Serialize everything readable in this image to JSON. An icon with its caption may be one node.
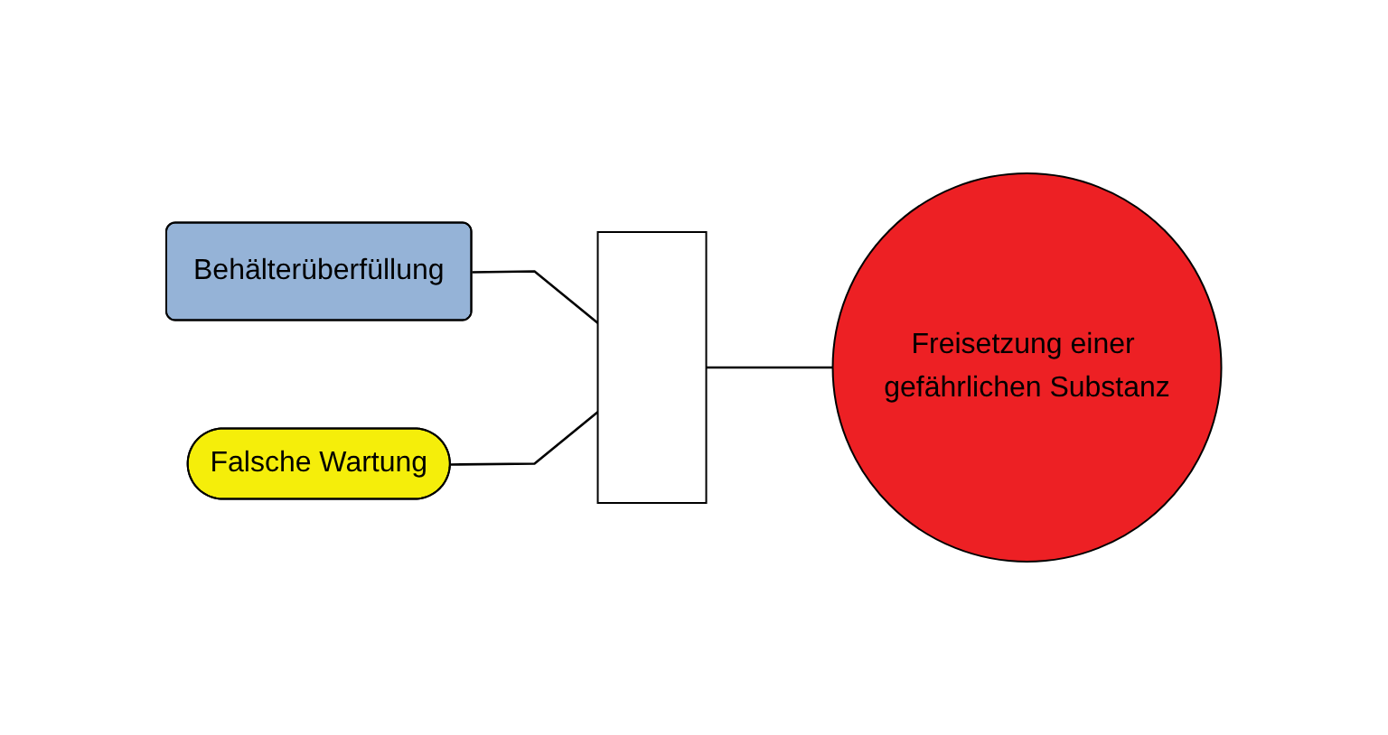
{
  "diagram": {
    "nodes": [
      {
        "text": [
          "Behälterüberfüllung"
        ]
      },
      {
        "text": [],
        "shape": "bar"
      },
      {
        "text": [
          "Freisetzung einer gefährlichen Substanz"
        ]
      },
      {
        "text": [
          "Falsche Wartung"
        ]
      }
    ],
    "edges": [
      {
        "from": 0,
        "to": 1,
        "arrow": "none"
      },
      {
        "from": 1,
        "to": 2,
        "arrow": "none"
      },
      {
        "from": 3,
        "to": 1,
        "arrow": "none"
      }
    ]
  }
}
